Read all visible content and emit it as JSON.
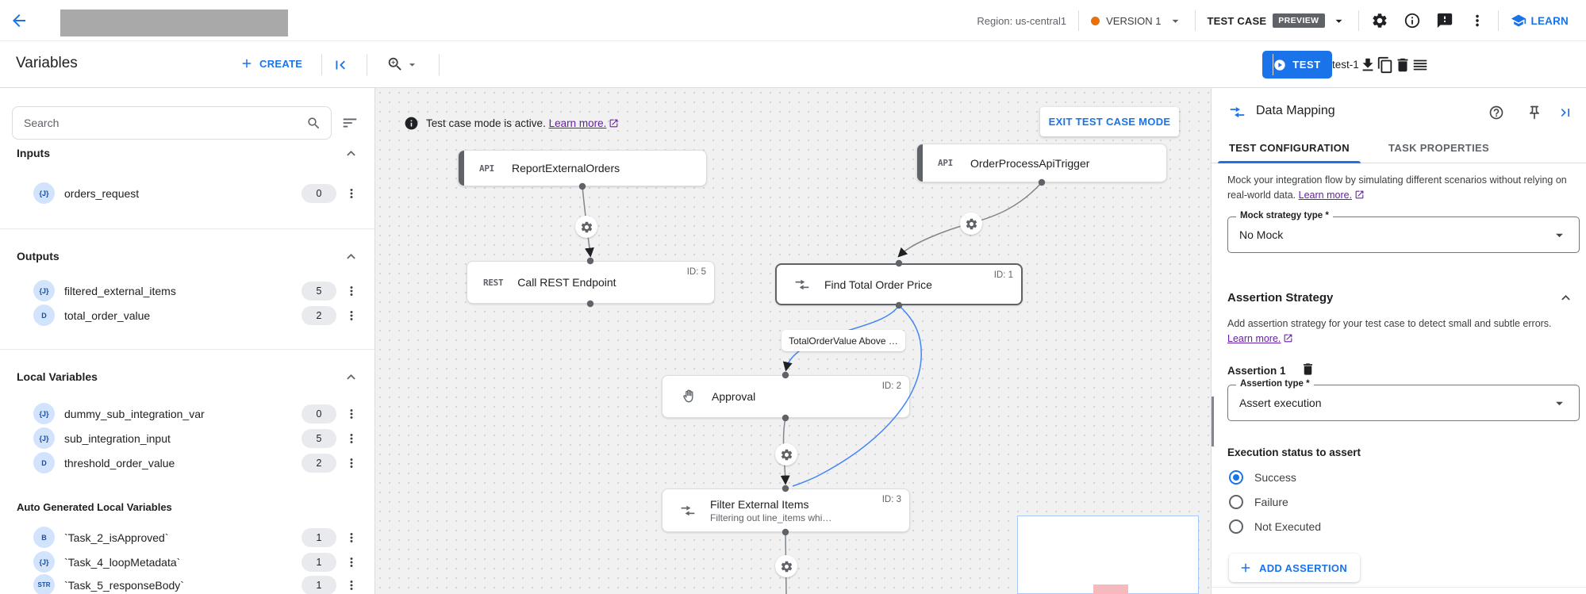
{
  "topbar": {
    "region": "Region: us-central1",
    "version_label": "VERSION 1",
    "test_case_label": "TEST CASE",
    "preview_badge": "PREVIEW",
    "learn_label": "LEARN"
  },
  "toolbar": {
    "title": "Variables",
    "create_label": "CREATE",
    "test_label": "TEST",
    "test_case_name": "test-1"
  },
  "sidebar": {
    "search_placeholder": "Search",
    "sections": [
      {
        "title": "Inputs",
        "items": [
          {
            "type": "{J}",
            "name": "orders_request",
            "count": "0"
          }
        ]
      },
      {
        "title": "Outputs",
        "items": [
          {
            "type": "{J}",
            "name": "filtered_external_items",
            "count": "5"
          },
          {
            "type": "D",
            "name": "total_order_value",
            "count": "2"
          }
        ]
      },
      {
        "title": "Local Variables",
        "items": [
          {
            "type": "{J}",
            "name": "dummy_sub_integration_var",
            "count": "0"
          },
          {
            "type": "{J}",
            "name": "sub_integration_input",
            "count": "5"
          },
          {
            "type": "D",
            "name": "threshold_order_value",
            "count": "2"
          }
        ]
      },
      {
        "title": "Auto Generated Local Variables",
        "items": [
          {
            "type": "B",
            "name": "`Task_2_isApproved`",
            "count": "1"
          },
          {
            "type": "{J}",
            "name": "`Task_4_loopMetadata`",
            "count": "1"
          },
          {
            "type": "STR",
            "name": "`Task_5_responseBody`",
            "count": "1"
          }
        ]
      }
    ]
  },
  "canvas": {
    "banner": {
      "message": "Test case mode is active.",
      "link": "Learn more.",
      "exit_button": "EXIT TEST CASE MODE"
    },
    "nodes": {
      "trigger1": {
        "badge": "API",
        "title": "ReportExternalOrders"
      },
      "trigger2": {
        "badge": "API",
        "title": "OrderProcessApiTrigger"
      },
      "rest": {
        "badge": "REST",
        "title": "Call REST Endpoint",
        "id": "ID: 5"
      },
      "find": {
        "title": "Find Total Order Price",
        "id": "ID: 1"
      },
      "approval": {
        "title": "Approval",
        "id": "ID: 2"
      },
      "filter": {
        "title": "Filter External Items",
        "subtitle": "Filtering out line_items whi…",
        "id": "ID: 3"
      }
    },
    "edge_label": "TotalOrderValue Above …"
  },
  "panel": {
    "title": "Data Mapping",
    "tabs": [
      "TEST CONFIGURATION",
      "TASK PROPERTIES"
    ],
    "mock_description": "Mock your integration flow by simulating different scenarios without relying on real-world data.",
    "mock_link": "Learn more.",
    "mock_field_label": "Mock strategy type *",
    "mock_field_value": "No Mock",
    "assertion_title": "Assertion Strategy",
    "assertion_description": "Add assertion strategy for your test case to detect small and subtle errors.",
    "assertion_link": "Learn more.",
    "assertion_item_title": "Assertion 1",
    "assertion_type_label": "Assertion type *",
    "assertion_type_value": "Assert execution",
    "execution_status_label": "Execution status to assert",
    "radio_options": [
      "Success",
      "Failure",
      "Not Executed"
    ],
    "selected_radio": "Success",
    "add_assertion_label": "ADD ASSERTION"
  },
  "colors": {
    "accent_blue": "#1a73e8",
    "link_purple": "#681da8",
    "version_dot_orange": "#e8710a",
    "preview_badge_bg": "#5f6368",
    "edge_blue": "#4285f4",
    "edge_gray": "#80868b"
  }
}
